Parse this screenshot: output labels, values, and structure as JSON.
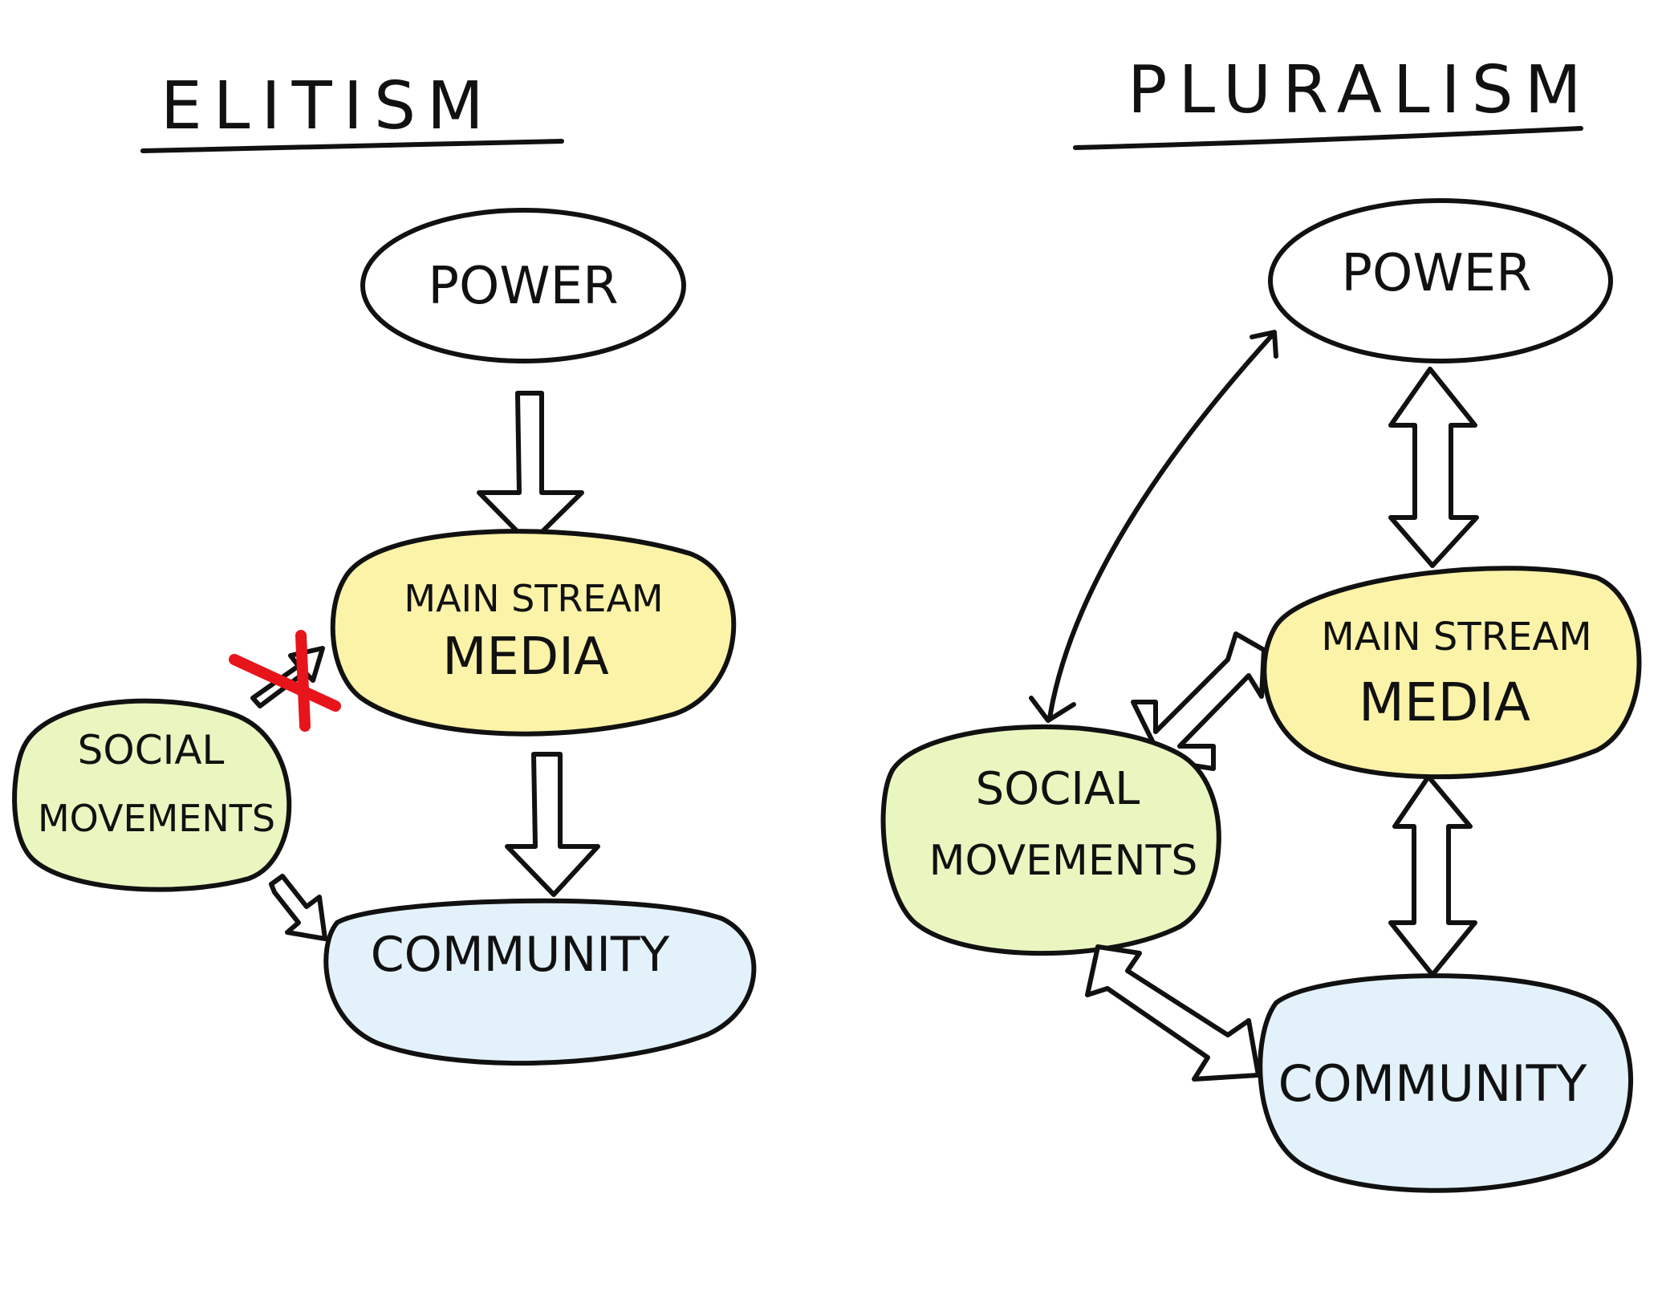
{
  "elitism": {
    "title": "ELITISM",
    "power": "POWER",
    "media_line1": "MAIN STREAM",
    "media_line2": "MEDIA",
    "social_line1": "SOCIAL",
    "social_line2": "MOVEMENTS",
    "community": "COMMUNITY"
  },
  "pluralism": {
    "title": "PLURALISM",
    "power": "POWER",
    "media_line1": "MAIN STREAM",
    "media_line2": "MEDIA",
    "social_line1": "SOCIAL",
    "social_line2": "MOVEMENTS",
    "community": "COMMUNITY"
  },
  "colors": {
    "outline": "#111111",
    "media_fill": "#fbf3a8",
    "social_fill": "#eaf6c0",
    "community_fill": "#e3f1fb",
    "blocked_mark": "#e8141b"
  }
}
